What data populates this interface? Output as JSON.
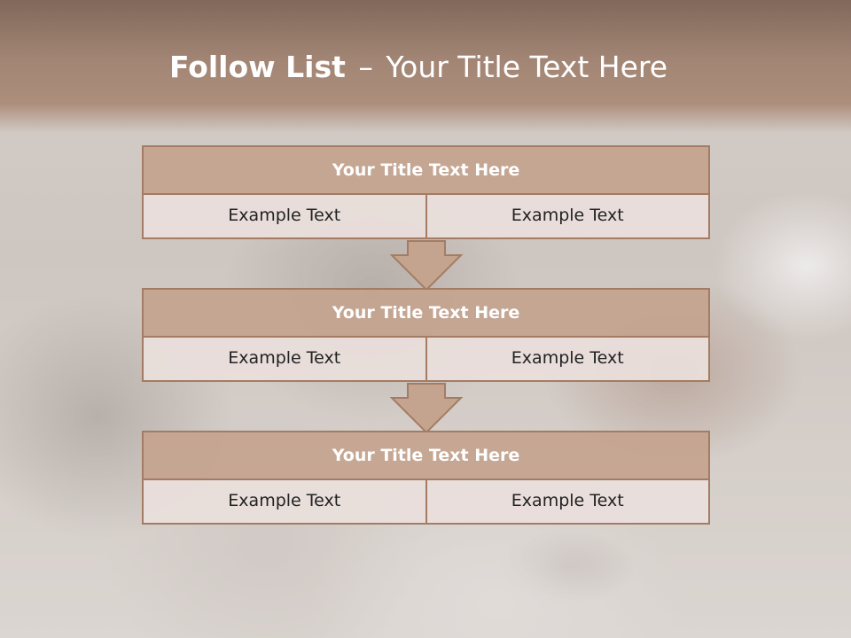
{
  "header": {
    "title_bold": "Follow List",
    "title_separator": "–",
    "title_rest": "Your Title Text Here"
  },
  "steps": [
    {
      "title": "Your Title Text Here",
      "left": "Example Text",
      "right": "Example Text"
    },
    {
      "title": "Your Title Text Here",
      "left": "Example Text",
      "right": "Example Text"
    },
    {
      "title": "Your Title Text Here",
      "left": "Example Text",
      "right": "Example Text"
    }
  ],
  "colors": {
    "title_band": "#a28574",
    "box_header": "#c4a48f",
    "box_body": "#e9dfdb",
    "border": "#a47c63"
  },
  "icons": {
    "connector": "down-arrow-icon"
  }
}
